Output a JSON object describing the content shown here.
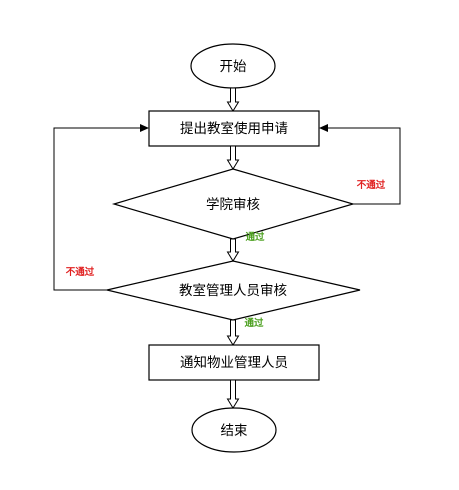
{
  "flowchart": {
    "start": "开始",
    "apply": "提出教室使用申请",
    "college_review": "学院审核",
    "room_admin_review": "教室管理人员审核",
    "notify": "通知物业管理人员",
    "end": "结束",
    "college_reject_label": "不通过",
    "college_pass_label": "通过",
    "room_reject_label": "不通过",
    "room_pass_label": "通过"
  },
  "colors": {
    "reject": "#e02020",
    "pass": "#4ca020",
    "stroke": "#000000",
    "arrow_fill": "#ffffff"
  }
}
